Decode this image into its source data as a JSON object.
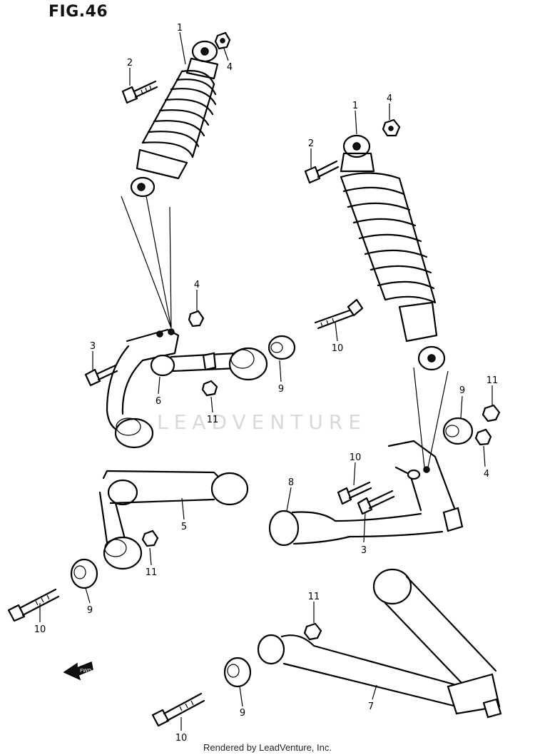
{
  "figure": {
    "title": "FIG.46"
  },
  "watermark": "LEADVENTURE",
  "footer": "Rendered by LeadVenture, Inc.",
  "direction_label": "FWD",
  "callouts": [
    {
      "id": "c1a",
      "label": "1"
    },
    {
      "id": "c2a",
      "label": "2"
    },
    {
      "id": "c4a",
      "label": "4"
    },
    {
      "id": "c1b",
      "label": "1"
    },
    {
      "id": "c4b",
      "label": "4"
    },
    {
      "id": "c2b",
      "label": "2"
    },
    {
      "id": "c4c",
      "label": "4"
    },
    {
      "id": "c3a",
      "label": "3"
    },
    {
      "id": "c10a",
      "label": "10"
    },
    {
      "id": "c9a",
      "label": "9"
    },
    {
      "id": "c6",
      "label": "6"
    },
    {
      "id": "c11a",
      "label": "11"
    },
    {
      "id": "c9b",
      "label": "9"
    },
    {
      "id": "c11b",
      "label": "11"
    },
    {
      "id": "c4d",
      "label": "4"
    },
    {
      "id": "c10b",
      "label": "10"
    },
    {
      "id": "c8",
      "label": "8"
    },
    {
      "id": "c3b",
      "label": "3"
    },
    {
      "id": "c5",
      "label": "5"
    },
    {
      "id": "c11c",
      "label": "11"
    },
    {
      "id": "c9c",
      "label": "9"
    },
    {
      "id": "c10c",
      "label": "10"
    },
    {
      "id": "c11d",
      "label": "11"
    },
    {
      "id": "c9d",
      "label": "9"
    },
    {
      "id": "c7",
      "label": "7"
    },
    {
      "id": "c10d",
      "label": "10"
    }
  ]
}
